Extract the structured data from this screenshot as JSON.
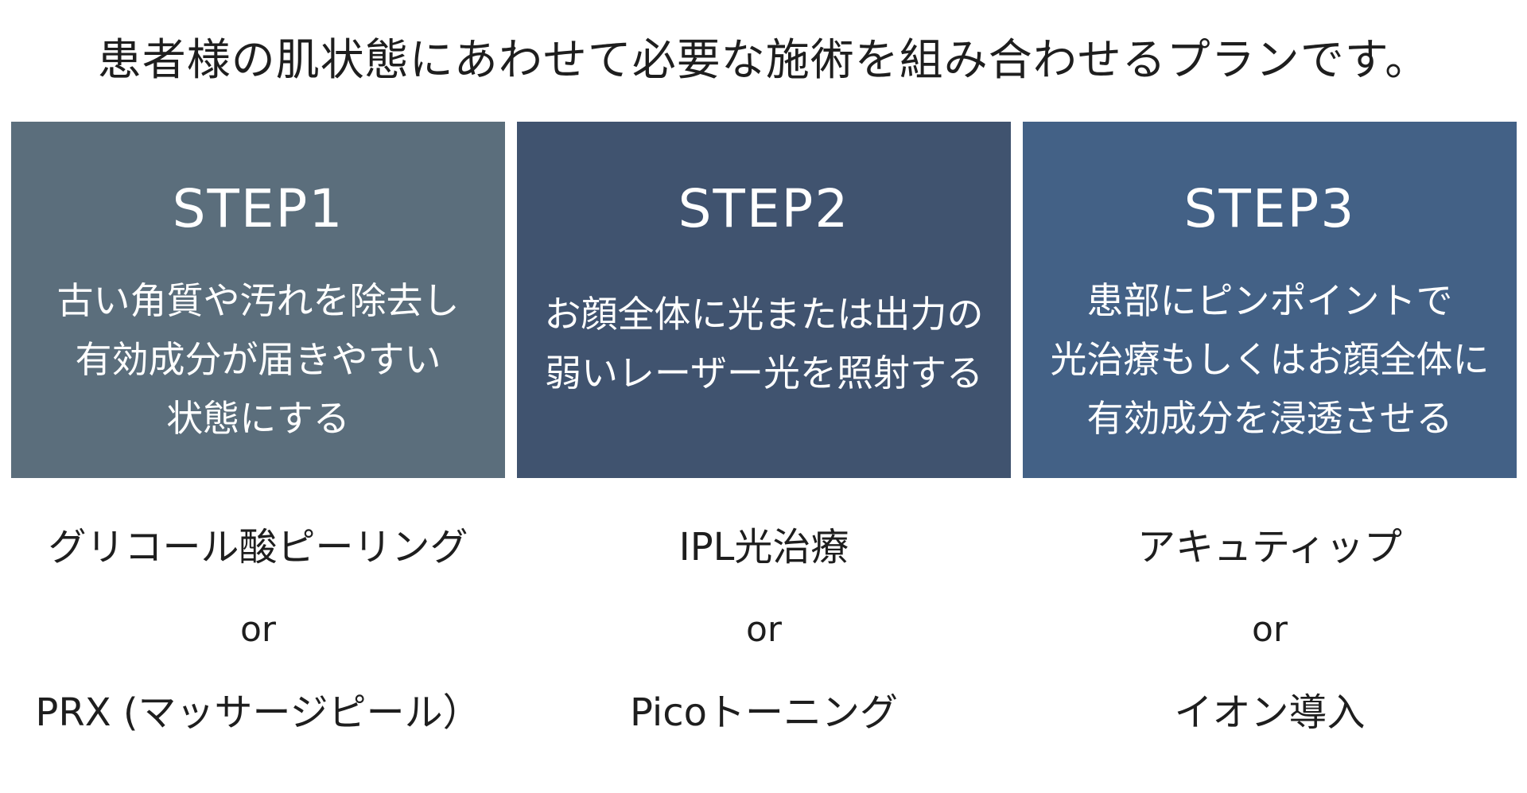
{
  "headline": "患者様の肌状態にあわせて必要な施術を組み合わせるプランです。",
  "colors": {
    "step1_bg": "#5b6e7c",
    "step2_bg": "#40536f",
    "step3_bg": "#436186",
    "text_dark": "#1e1e1e"
  },
  "steps": [
    {
      "title": "STEP1",
      "desc_lines": [
        "古い角質や汚れを除去し",
        "有効成分が届きやすい",
        "状態にする"
      ],
      "options": [
        "グリコール酸ピーリング",
        "or",
        "PRX (マッサージピール）"
      ]
    },
    {
      "title": "STEP2",
      "desc_lines": [
        "お顔全体に光または出力の",
        "弱いレーザー光を照射する"
      ],
      "options": [
        "IPL光治療",
        "or",
        "Picoトーニング"
      ]
    },
    {
      "title": "STEP3",
      "desc_lines": [
        "患部にピンポイントで",
        "光治療もしくはお顔全体に",
        "有効成分を浸透させる"
      ],
      "options": [
        "アキュティップ",
        "or",
        "イオン導入"
      ]
    }
  ]
}
